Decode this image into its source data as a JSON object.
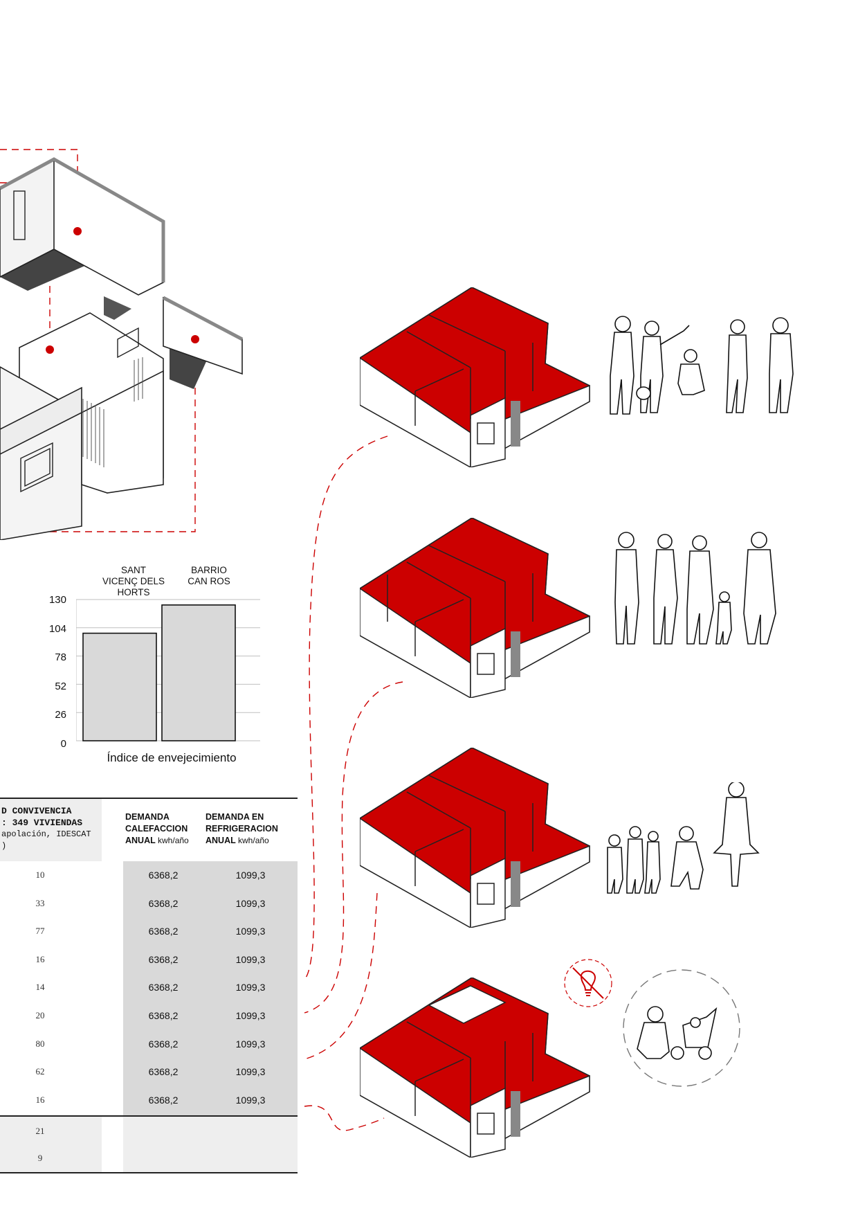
{
  "colors": {
    "accent": "#cc0000",
    "table_band": "#d9d9d9",
    "table_light": "#eeeeee",
    "bar_fill": "#d9d9d9"
  },
  "table": {
    "left_header": {
      "line1": "D CONVIVENCIA",
      "line2": ": 349 VIVIENDAS",
      "line3": "apolación, IDESCAT",
      "line4": ")"
    },
    "col_heating": {
      "line1": "DEMANDA",
      "line2": "CALEFACCION",
      "line3": "ANUAL",
      "unit": "kwh/año"
    },
    "col_cooling": {
      "line1": "DEMANDA EN",
      "line2": "REFRIGERACION",
      "line3": "ANUAL",
      "unit": "kwh/año"
    },
    "rows": [
      {
        "count": "10",
        "heating": "6368,2",
        "cooling": "1099,3"
      },
      {
        "count": "33",
        "heating": "6368,2",
        "cooling": "1099,3"
      },
      {
        "count": "77",
        "heating": "6368,2",
        "cooling": "1099,3"
      },
      {
        "count": "16",
        "heating": "6368,2",
        "cooling": "1099,3"
      },
      {
        "count": "14",
        "heating": "6368,2",
        "cooling": "1099,3"
      },
      {
        "count": "20",
        "heating": "6368,2",
        "cooling": "1099,3"
      },
      {
        "count": "80",
        "heating": "6368,2",
        "cooling": "1099,3"
      },
      {
        "count": "62",
        "heating": "6368,2",
        "cooling": "1099,3"
      },
      {
        "count": "16",
        "heating": "6368,2",
        "cooling": "1099,3"
      }
    ],
    "extra_rows": [
      {
        "count": "21"
      },
      {
        "count": "9"
      }
    ]
  },
  "chart_data": {
    "type": "bar",
    "categories": [
      "SANT VICENÇ DELS HORTS",
      "BARRIO CAN ROS"
    ],
    "category_lines": [
      [
        "SANT",
        "VICENÇ DELS",
        "HORTS"
      ],
      [
        "BARRIO",
        "CAN ROS"
      ]
    ],
    "values": [
      99,
      125
    ],
    "xlabel": "Índice de envejecimiento",
    "ylabel": "",
    "ylim": [
      0,
      130
    ],
    "yticks": [
      0,
      26,
      52,
      78,
      104,
      130
    ],
    "grid": true,
    "legend": "none"
  },
  "icons": {
    "no_lightbulb": "no-lightbulb-icon",
    "people": "people-group-icon"
  }
}
